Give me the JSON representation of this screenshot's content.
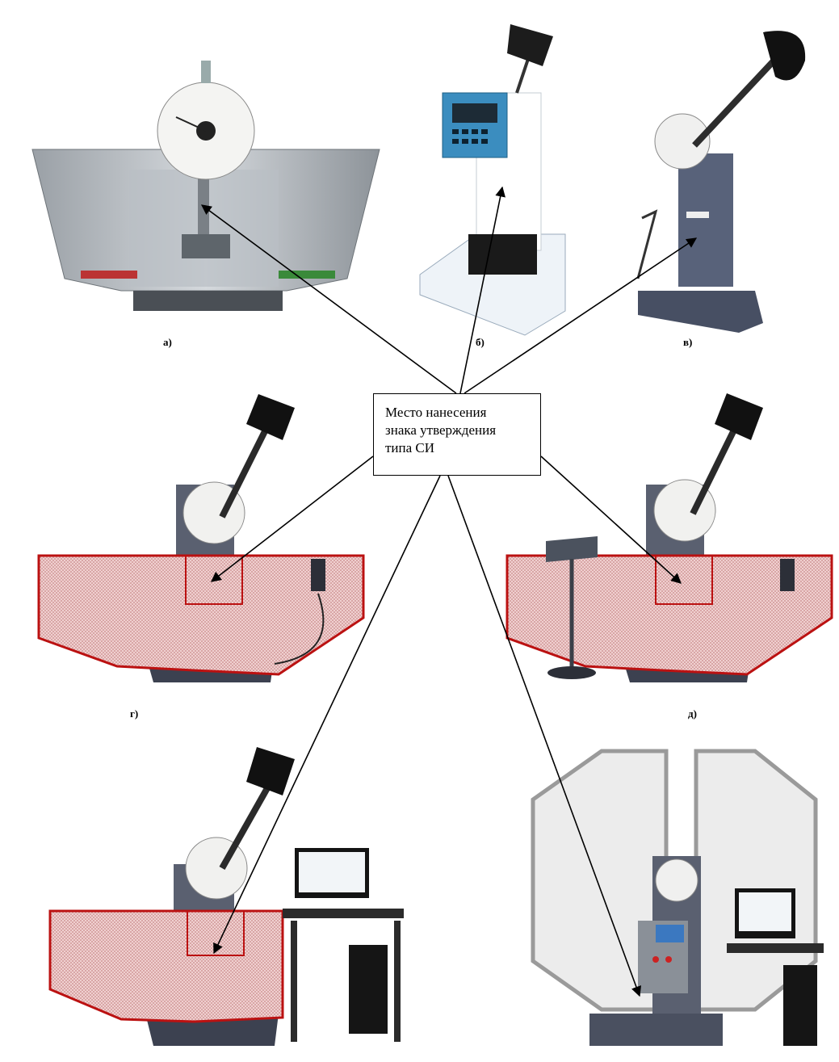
{
  "callout": {
    "line1": "Место нанесения",
    "line2": "знака утверждения",
    "line3": "типа СИ"
  },
  "captions": {
    "a": "а)",
    "b": "б)",
    "v": "в)",
    "g": "г)",
    "d": "д)"
  }
}
